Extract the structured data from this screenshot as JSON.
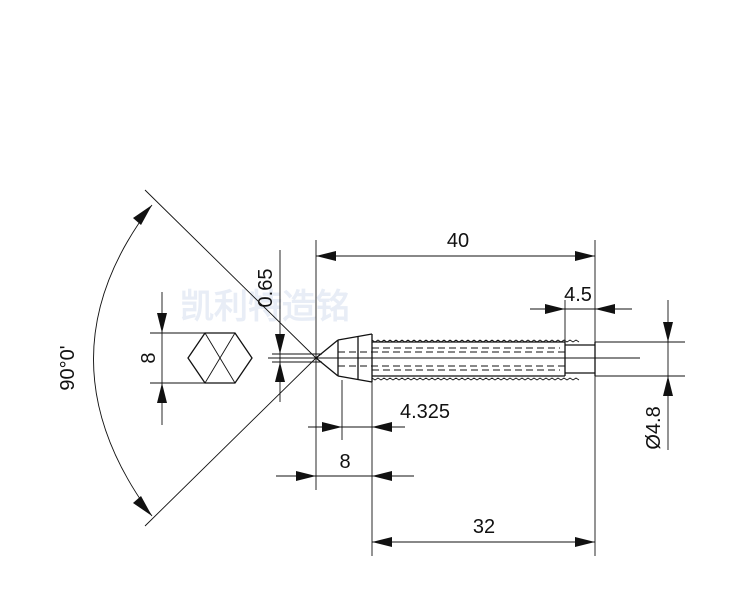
{
  "drawing": {
    "dimensions": {
      "overall_length": "40",
      "tip_offset": "4.5",
      "tip_bore": "0.65",
      "angle": "90°0'",
      "hex_across_flats": "8",
      "head_length": "8",
      "cone_length": "4.325",
      "thread_length": "32",
      "thread_diameter": "Ø4.8"
    },
    "watermark": "凯利特造铭"
  }
}
